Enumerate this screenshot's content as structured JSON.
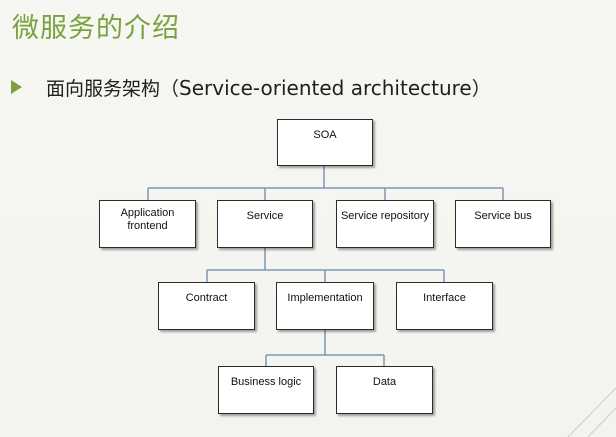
{
  "title": "微服务的介绍",
  "bullet": {
    "icon": "triangle-bullet-icon",
    "label_cn": "面向服务架构（",
    "label_en": "Service-oriented architecture",
    "label_close": "）"
  },
  "diagram": {
    "root": "SOA",
    "level1": [
      "Application frontend",
      "Service",
      "Service repository",
      "Service bus"
    ],
    "level2": [
      "Contract",
      "Implementation",
      "Interface"
    ],
    "level3": [
      "Business logic",
      "Data"
    ]
  },
  "colors": {
    "title": "#7ba23f",
    "bullet": "#7ba23f",
    "connector": "#7c97b5",
    "box_border": "#2b2b2b"
  }
}
